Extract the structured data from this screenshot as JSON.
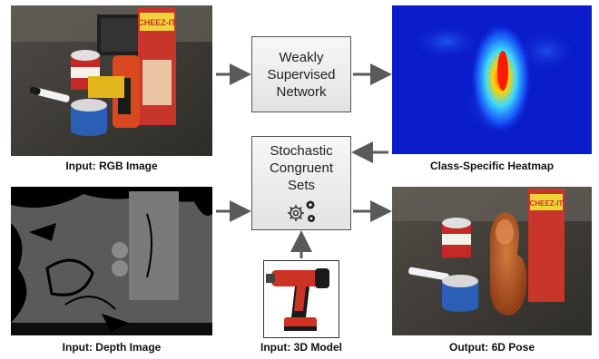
{
  "panels": {
    "rgb_input": {
      "caption": "Input: RGB Image"
    },
    "depth_input": {
      "caption": "Input: Depth Image"
    },
    "model_input": {
      "caption": "Input: 3D Model"
    },
    "heatmap": {
      "caption": "Class-Specific Heatmap"
    },
    "output": {
      "caption": "Output: 6D Pose"
    }
  },
  "boxes": {
    "network": {
      "lines": [
        "Weakly",
        "Supervised",
        "Network"
      ]
    },
    "congruent_sets": {
      "lines": [
        "Stochastic",
        "Congruent",
        "Sets"
      ],
      "icon": "gears-icon"
    }
  },
  "scene_labels": {
    "cereal_box": "CHEEZ-IT"
  },
  "colors": {
    "arrow": "#5a5a5a",
    "box_border": "#555555",
    "pose_overlay": "#c8642a"
  }
}
